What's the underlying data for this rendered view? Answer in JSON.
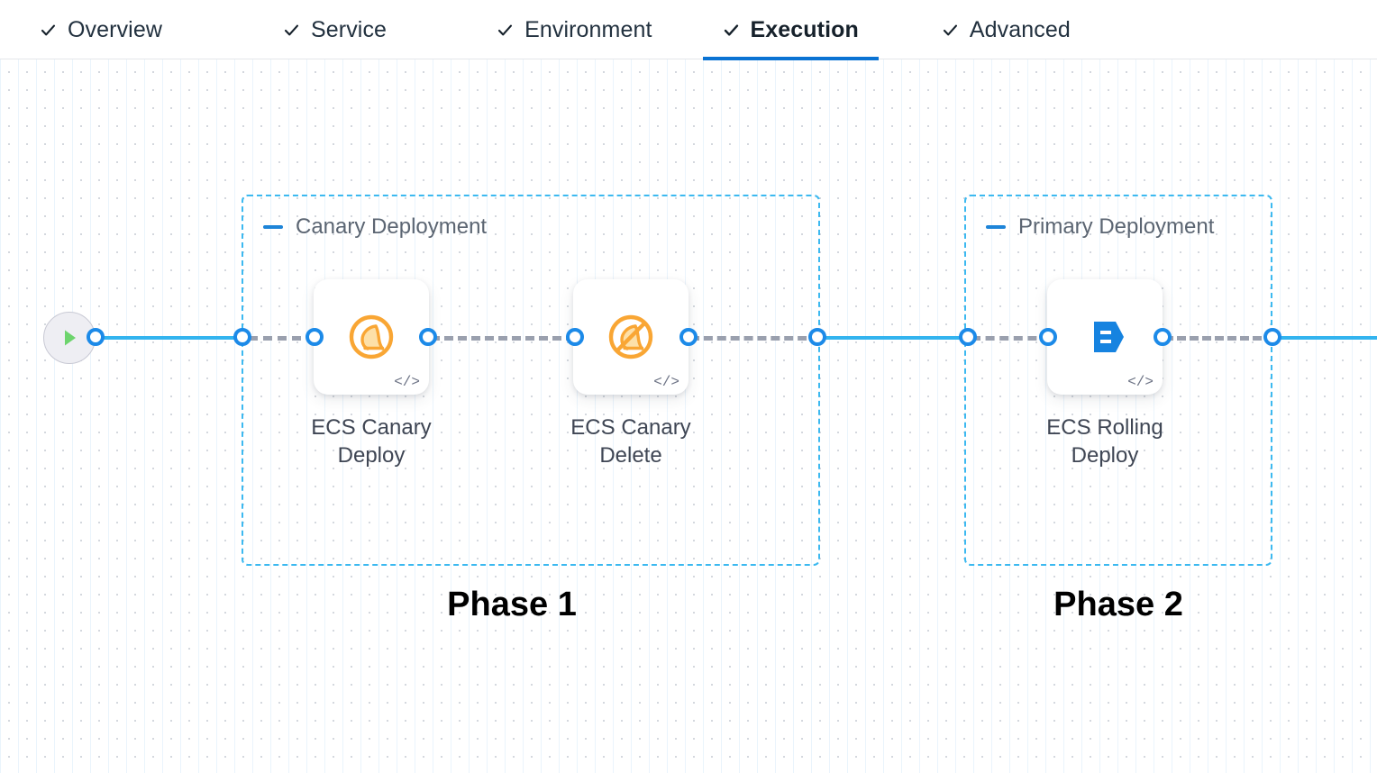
{
  "tabs": [
    {
      "label": "Overview",
      "icon": "check-icon",
      "active": false
    },
    {
      "label": "Service",
      "icon": "check-icon",
      "active": false
    },
    {
      "label": "Environment",
      "icon": "check-icon",
      "active": false
    },
    {
      "label": "Execution",
      "icon": "check-icon",
      "active": true
    },
    {
      "label": "Advanced",
      "icon": "check-icon",
      "active": false
    }
  ],
  "canvas": {
    "start_node": {
      "name": "pipeline-start",
      "icon": "play-icon",
      "color": "#6dd46d"
    },
    "groups": [
      {
        "title": "Canary Deployment",
        "collapse_icon": "minus-icon",
        "phase_label": "Phase 1",
        "accent": "#3cb9f0"
      },
      {
        "title": "Primary Deployment",
        "collapse_icon": "minus-icon",
        "phase_label": "Phase 2",
        "accent": "#3cb9f0"
      }
    ],
    "nodes": [
      {
        "label_line1": "ECS Canary",
        "label_line2": "Deploy",
        "icon": "canary-bird-icon",
        "icon_color": "#f9a634",
        "badge": "</>"
      },
      {
        "label_line1": "ECS Canary",
        "label_line2": "Delete",
        "icon": "canary-bird-delete-icon",
        "icon_color": "#f9a634",
        "badge": "</>"
      },
      {
        "label_line1": "ECS Rolling",
        "label_line2": "Deploy",
        "icon": "ecs-rolling-deploy-icon",
        "icon_color": "#1683e0",
        "badge": "</>"
      }
    ],
    "colors": {
      "edge_solid": "#33b4ef",
      "edge_dashed": "#9aa0ae",
      "connector_ring": "#1c8ae8",
      "group_border": "#3cb9f0",
      "active_tab_underline": "#0a73d3"
    }
  }
}
